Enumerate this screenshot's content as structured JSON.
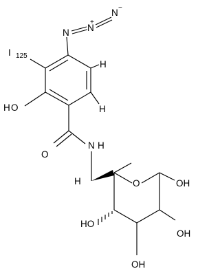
{
  "molecule": {
    "atoms": {
      "azide_n1": "N",
      "azide_n2_plus": "+",
      "azide_n2": "N",
      "azide_n3": "N",
      "azide_n3_minus": "−",
      "iodine": "I",
      "iodine_isotope": "125",
      "phenol_o": "O",
      "phenol_h": "H",
      "carbonyl_o": "O",
      "amide_n": "N",
      "amide_h": "H",
      "ring_ch2_h": "H",
      "ring_o": "O",
      "c1_oh": "OH",
      "c2_oh": "OH",
      "c3_oh": "OH",
      "c4_oh": "HO",
      "aromatic_h5": "H",
      "aromatic_h6": "H"
    }
  }
}
